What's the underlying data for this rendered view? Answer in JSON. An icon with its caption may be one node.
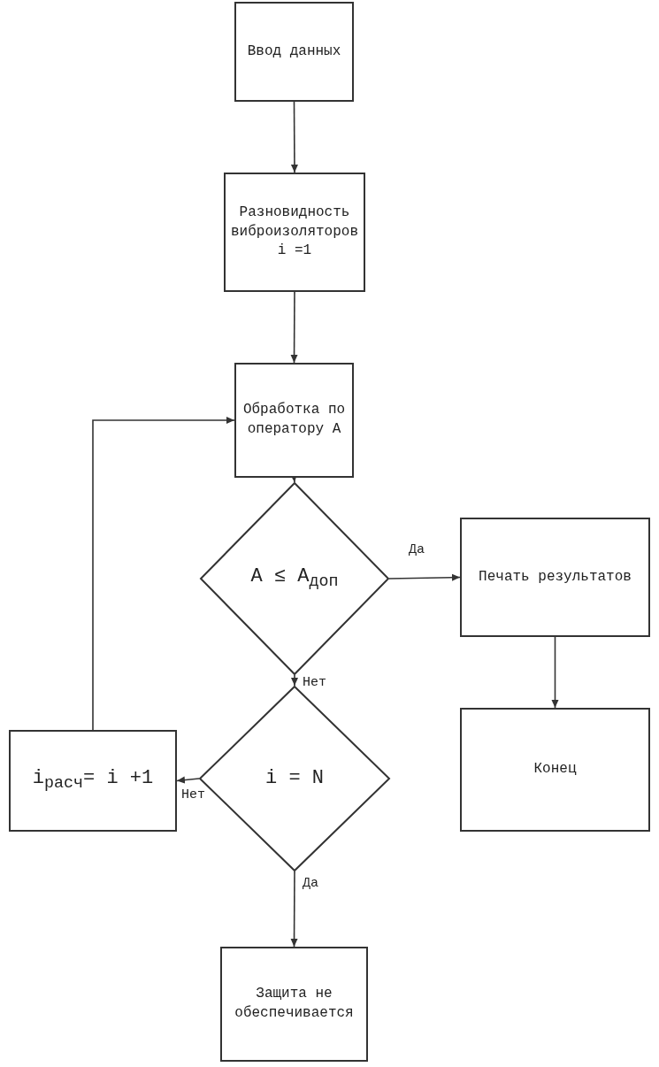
{
  "diagram": {
    "nodes": [
      {
        "text": [
          "Ввод данных"
        ]
      },
      {
        "text": [
          "Разновидность виброизоляторов",
          "i =1"
        ]
      },
      {
        "text": [
          "Обработка по оператору А"
        ]
      },
      {
        "text": [
          "А ≤ А$_{доп}$"
        ]
      },
      {
        "text": [
          "Печать результатов"
        ]
      },
      {
        "text": [
          "Конец"
        ]
      },
      {
        "text": [
          "i = N"
        ]
      },
      {
        "text": [
          "i$_{расч}$= i +1"
        ]
      },
      {
        "text": [
          "Защита не обеспечивается"
        ]
      }
    ],
    "edges": [
      {
        "from": 0,
        "to": 1,
        "arrow": "to"
      },
      {
        "from": 1,
        "to": 2,
        "arrow": "to"
      },
      {
        "from": 2,
        "to": 3,
        "arrow": "to"
      },
      {
        "from": 3,
        "to": 4,
        "arrow": "to",
        "label": "Да"
      },
      {
        "from": 3,
        "to": 6,
        "arrow": "to",
        "label": "Нет"
      },
      {
        "from": 4,
        "to": 5,
        "arrow": "to"
      },
      {
        "from": 6,
        "to": 7,
        "arrow": "to",
        "label": "Нет"
      },
      {
        "from": 7,
        "to": 2,
        "arrow": "to"
      },
      {
        "from": 6,
        "to": 8,
        "arrow": "to",
        "label": "Да"
      }
    ]
  }
}
